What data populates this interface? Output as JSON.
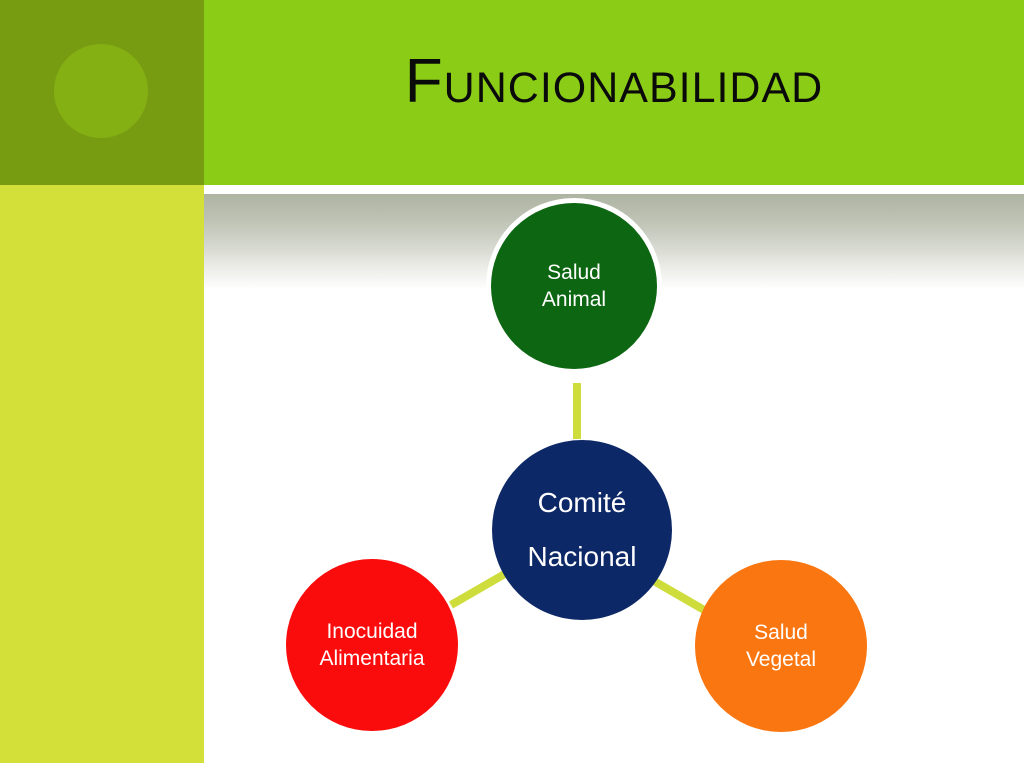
{
  "slide": {
    "title": "Funcionabilidad",
    "background_color": "#ffffff"
  },
  "header": {
    "bar_color": "#8bcc16",
    "corner_block_color": "#779c11",
    "corner_circle_name": "decorative-circle",
    "sidebar_color": "#d3e03a"
  },
  "diagram": {
    "type": "hub-and-spoke",
    "center": {
      "label_line1": "Comité",
      "label_line2": "Nacional",
      "color": "#0d2866"
    },
    "nodes": [
      {
        "id": "salud-animal",
        "label_line1": "Salud",
        "label_line2": "Animal",
        "color": "#0d6611",
        "position": "top"
      },
      {
        "id": "inocuidad-alimentaria",
        "label_line1": "Inocuidad",
        "label_line2": "Alimentaria",
        "color": "#fa0c0c",
        "position": "bottom-left"
      },
      {
        "id": "salud-vegetal",
        "label_line1": "Salud",
        "label_line2": "Vegetal",
        "color": "#f97611",
        "position": "bottom-right"
      }
    ],
    "connector_color": "#cedd3c"
  }
}
